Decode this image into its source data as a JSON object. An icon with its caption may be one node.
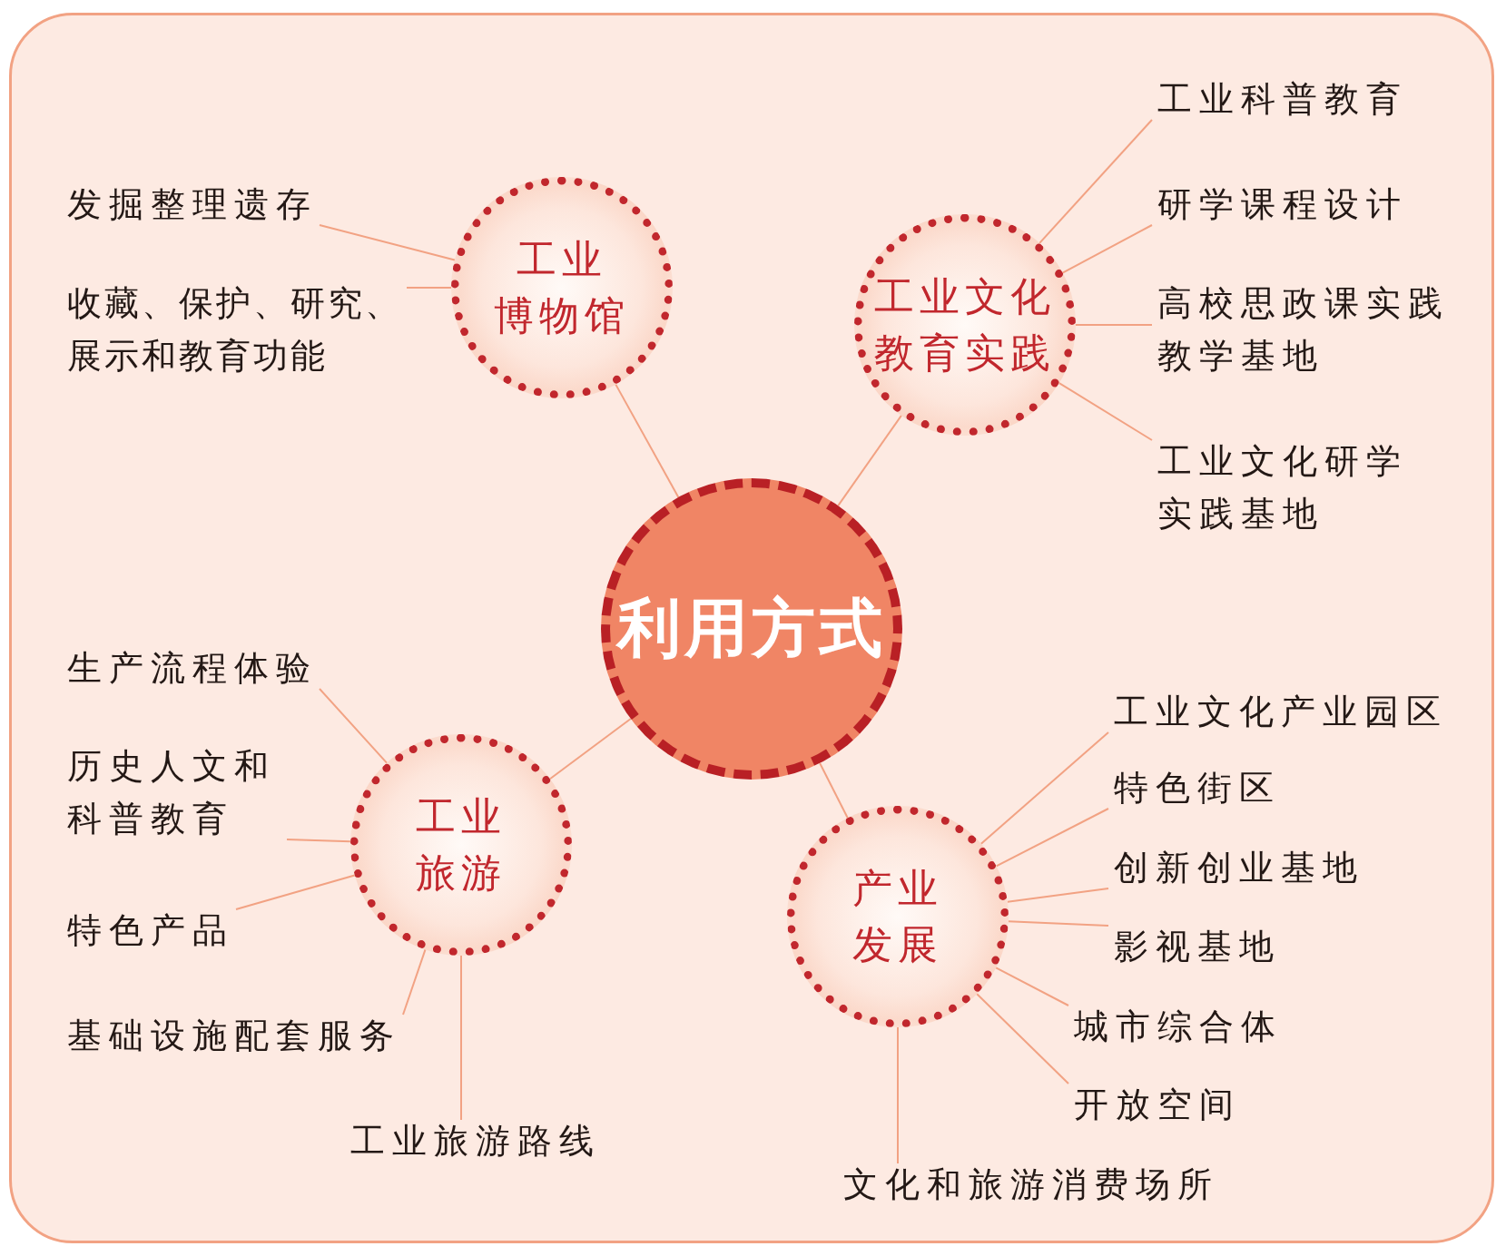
{
  "diagram": {
    "nodes": [
      {
        "text": [
          "利用方式"
        ]
      },
      {
        "text": [
          "工业博物馆"
        ]
      },
      {
        "text": [
          "工业文化教育实践"
        ]
      },
      {
        "text": [
          "工业旅游"
        ]
      },
      {
        "text": [
          "产业发展"
        ]
      },
      {
        "text": [
          "发掘整理遗存"
        ]
      },
      {
        "text": [
          "收藏、保护、研究、展示和教育功能"
        ]
      },
      {
        "text": [
          "工业科普教育"
        ]
      },
      {
        "text": [
          "研学课程设计"
        ]
      },
      {
        "text": [
          "高校思政课实践教学基地"
        ]
      },
      {
        "text": [
          "工业文化研学实践基地"
        ]
      },
      {
        "text": [
          "生产流程体验"
        ]
      },
      {
        "text": [
          "历史人文和科普教育"
        ]
      },
      {
        "text": [
          "特色产品"
        ]
      },
      {
        "text": [
          "基础设施配套服务"
        ]
      },
      {
        "text": [
          "工业旅游路线"
        ]
      },
      {
        "text": [
          "工业文化产业园区"
        ]
      },
      {
        "text": [
          "特色街区"
        ]
      },
      {
        "text": [
          "创新创业基地"
        ]
      },
      {
        "text": [
          "影视基地"
        ]
      },
      {
        "text": [
          "城市综合体"
        ]
      },
      {
        "text": [
          "开放空间"
        ]
      },
      {
        "text": [
          "文化和旅游消费场所"
        ]
      }
    ],
    "edges": [
      {
        "from": 0,
        "to": 1,
        "arrow": "none"
      },
      {
        "from": 0,
        "to": 2,
        "arrow": "none"
      },
      {
        "from": 0,
        "to": 3,
        "arrow": "none"
      },
      {
        "from": 0,
        "to": 4,
        "arrow": "none"
      },
      {
        "from": 1,
        "to": 5,
        "arrow": "none"
      },
      {
        "from": 1,
        "to": 6,
        "arrow": "none"
      },
      {
        "from": 2,
        "to": 7,
        "arrow": "none"
      },
      {
        "from": 2,
        "to": 8,
        "arrow": "none"
      },
      {
        "from": 2,
        "to": 9,
        "arrow": "none"
      },
      {
        "from": 2,
        "to": 10,
        "arrow": "none"
      },
      {
        "from": 3,
        "to": 11,
        "arrow": "none"
      },
      {
        "from": 3,
        "to": 12,
        "arrow": "none"
      },
      {
        "from": 3,
        "to": 13,
        "arrow": "none"
      },
      {
        "from": 3,
        "to": 14,
        "arrow": "none"
      },
      {
        "from": 3,
        "to": 15,
        "arrow": "none"
      },
      {
        "from": 4,
        "to": 16,
        "arrow": "none"
      },
      {
        "from": 4,
        "to": 17,
        "arrow": "none"
      },
      {
        "from": 4,
        "to": 18,
        "arrow": "none"
      },
      {
        "from": 4,
        "to": 19,
        "arrow": "none"
      },
      {
        "from": 4,
        "to": 20,
        "arrow": "none"
      },
      {
        "from": 4,
        "to": 21,
        "arrow": "none"
      },
      {
        "from": 4,
        "to": 22,
        "arrow": "none"
      }
    ]
  }
}
